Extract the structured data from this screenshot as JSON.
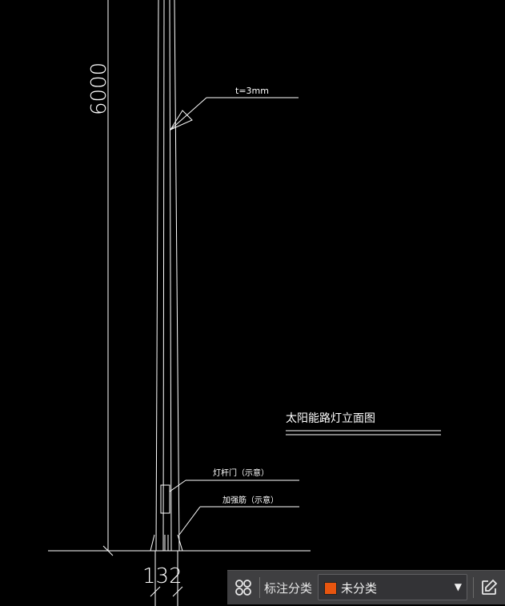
{
  "drawing": {
    "dimension_height": "6000",
    "dimension_base": "132",
    "thickness_note": "t=3mm",
    "title": "太阳能路灯立面图",
    "door_note": "灯杆门（示意）",
    "rib_note": "加强筋（示意）"
  },
  "toolbar": {
    "layout_icon": "grid-four-circles-icon",
    "category_label": "标注分类",
    "category_value": "未分类",
    "category_color": "#e8550f",
    "dropdown_icon": "caret-down-icon",
    "edit_icon": "edit-export-icon"
  }
}
